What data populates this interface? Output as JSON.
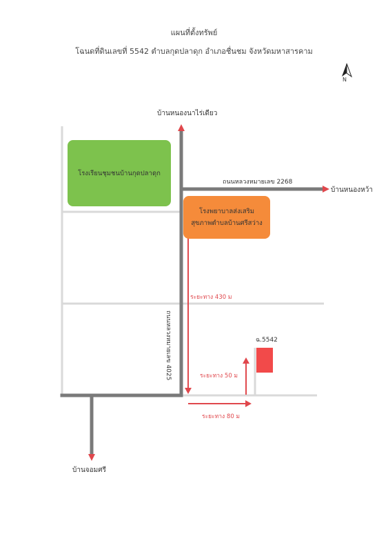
{
  "header": {
    "title": "แผนที่ตั้งทรัพย์",
    "subtitle": "โฉนดที่ดินเลขที่ 5542 ตำบลกุดปลาดุก อำเภอชื่นชม จังหวัดมหาสารคาม"
  },
  "compass": {
    "label": "N"
  },
  "places": {
    "north_village": "บ้านหนองนาไร่เดียว",
    "east_village": "บ้านหนองหว้า",
    "south_village": "บ้านจอมศรี"
  },
  "roads": {
    "highway_2268": "ถนนหลวงหมายเลข 2268",
    "highway_4025": "ถนนหลวงหมายเลข 4025"
  },
  "landmarks": {
    "school": "โรงเรียนชุมชนบ้านกุดปลาดุก",
    "hospital_line1": "โรงพยาบาลส่งเสริม",
    "hospital_line2": "สุขภาพตำบลบ้านศรีสว่าง"
  },
  "plot": {
    "label": "ฉ.5542",
    "color": "#f24a4a"
  },
  "distances": {
    "d430": "ระยะทาง 430 ม",
    "d50": "ระยะทาง 50 ม",
    "d80": "ระยะทาง 80 ม"
  },
  "colors": {
    "main_road": "#7a7a7a",
    "minor_road": "#d9d9d9",
    "arrow": "#e0474c",
    "school": "#7dc24d",
    "hospital": "#f58b3a"
  }
}
